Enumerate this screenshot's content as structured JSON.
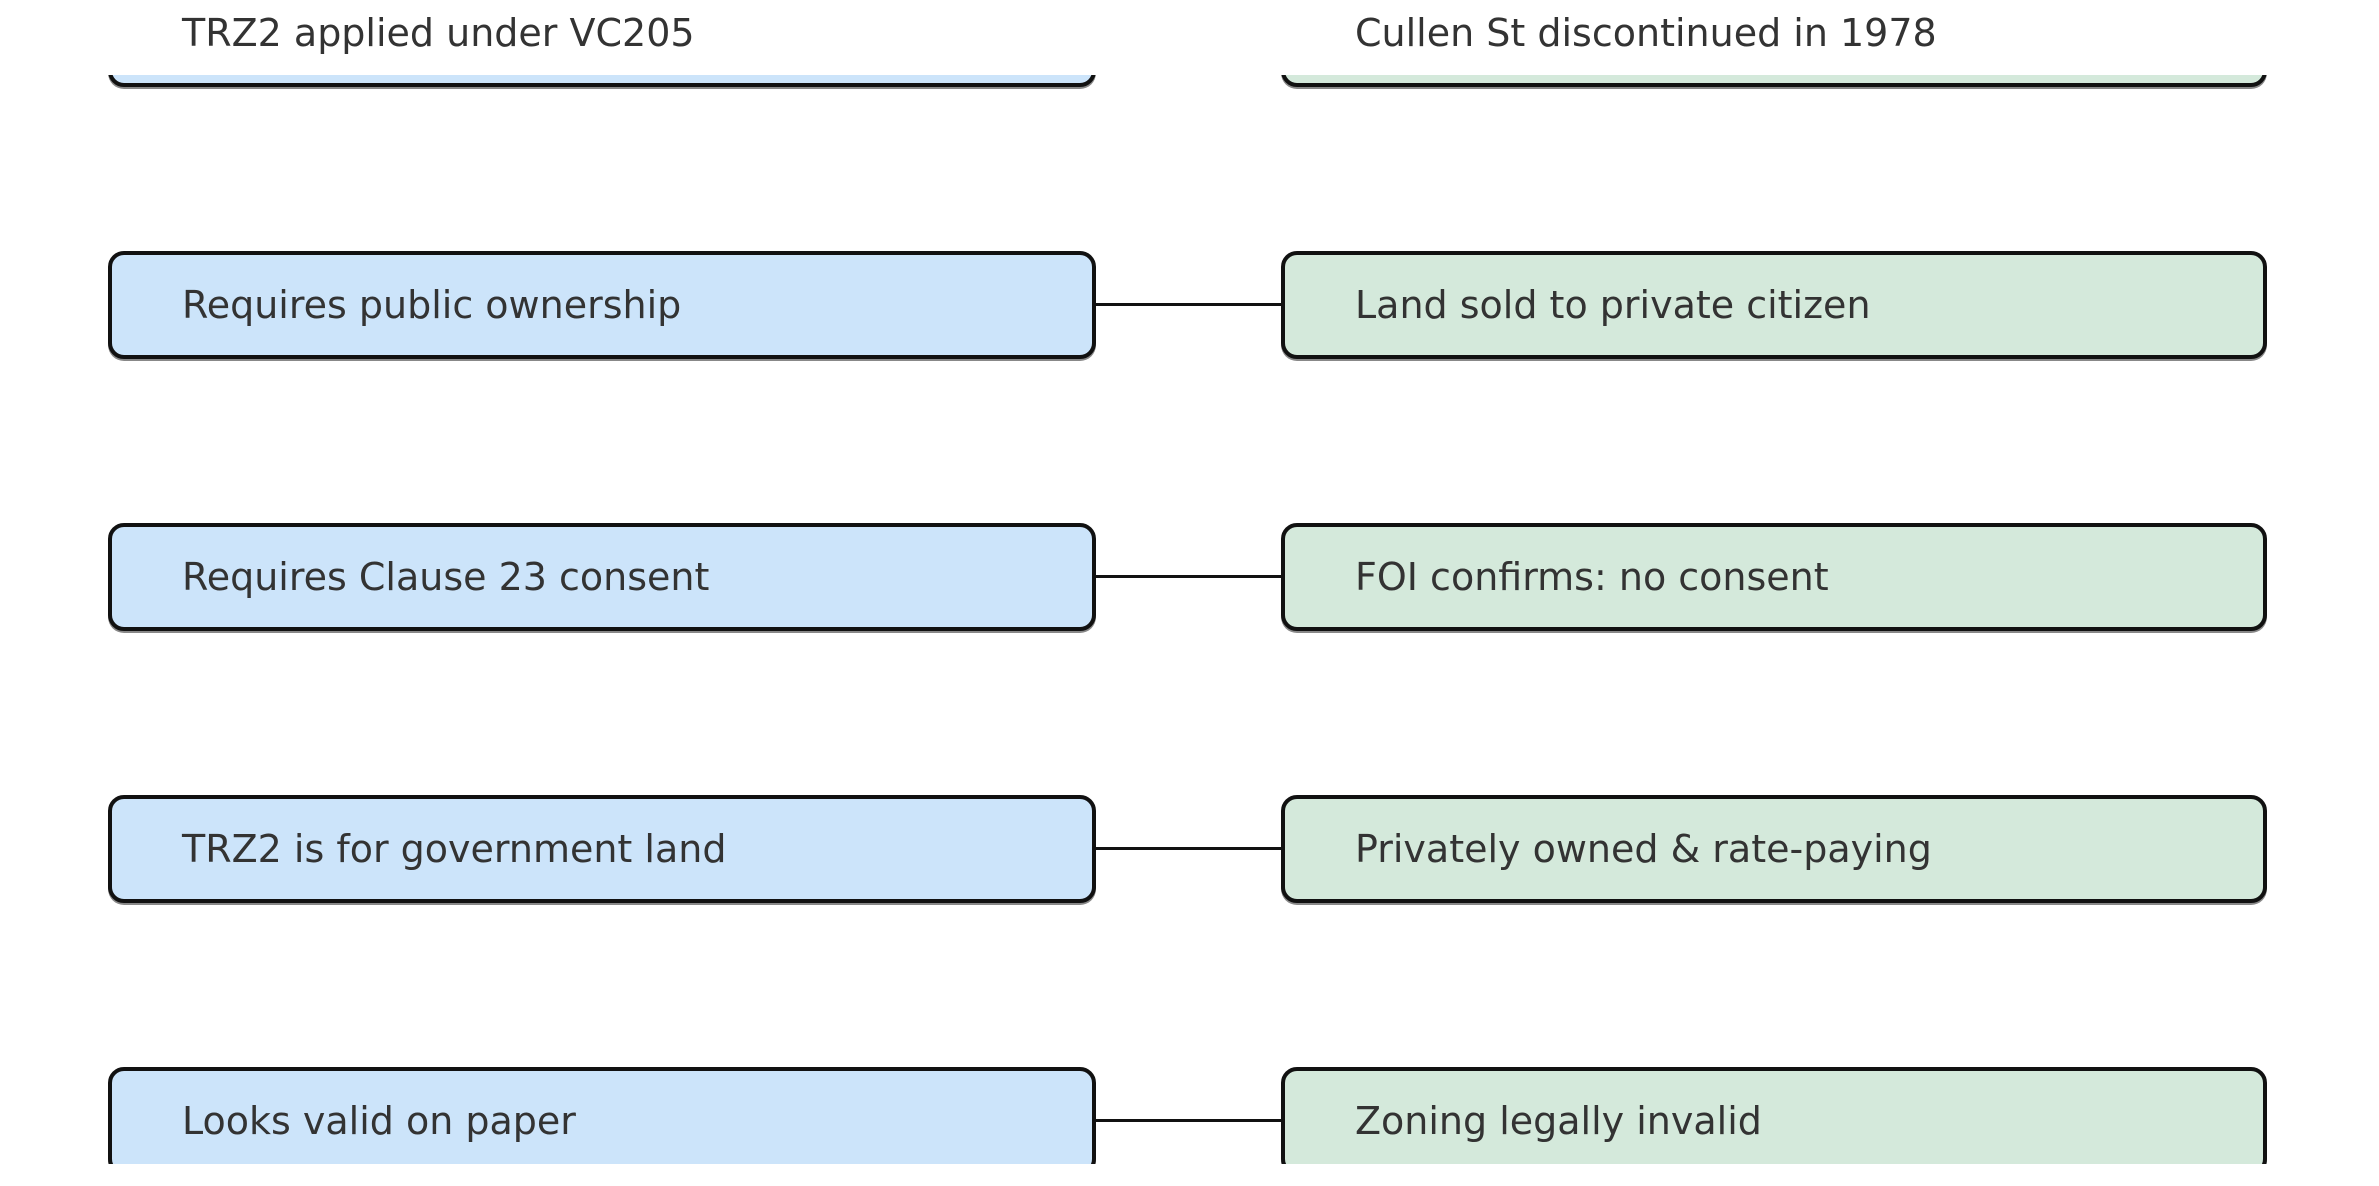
{
  "colors": {
    "claim_fill": "#cce4fa",
    "fact_fill": "#d4e9db",
    "border": "#111111",
    "text": "#333333",
    "connector": "#111111",
    "background": "#ffffff"
  },
  "diagram": {
    "left_column_role": "claim",
    "right_column_role": "fact",
    "rows": [
      {
        "claim": "TRZ2 applied under VC205",
        "fact": "Cullen St discontinued in 1978",
        "clipped": "top"
      },
      {
        "claim": "Requires public ownership",
        "fact": "Land sold to private citizen"
      },
      {
        "claim": "Requires Clause 23 consent",
        "fact": "FOI confirms: no consent"
      },
      {
        "claim": "TRZ2 is for government land",
        "fact": "Privately owned & rate-paying"
      },
      {
        "claim": "Looks valid on paper",
        "fact": "Zoning legally invalid",
        "clipped": "bottom"
      }
    ]
  }
}
